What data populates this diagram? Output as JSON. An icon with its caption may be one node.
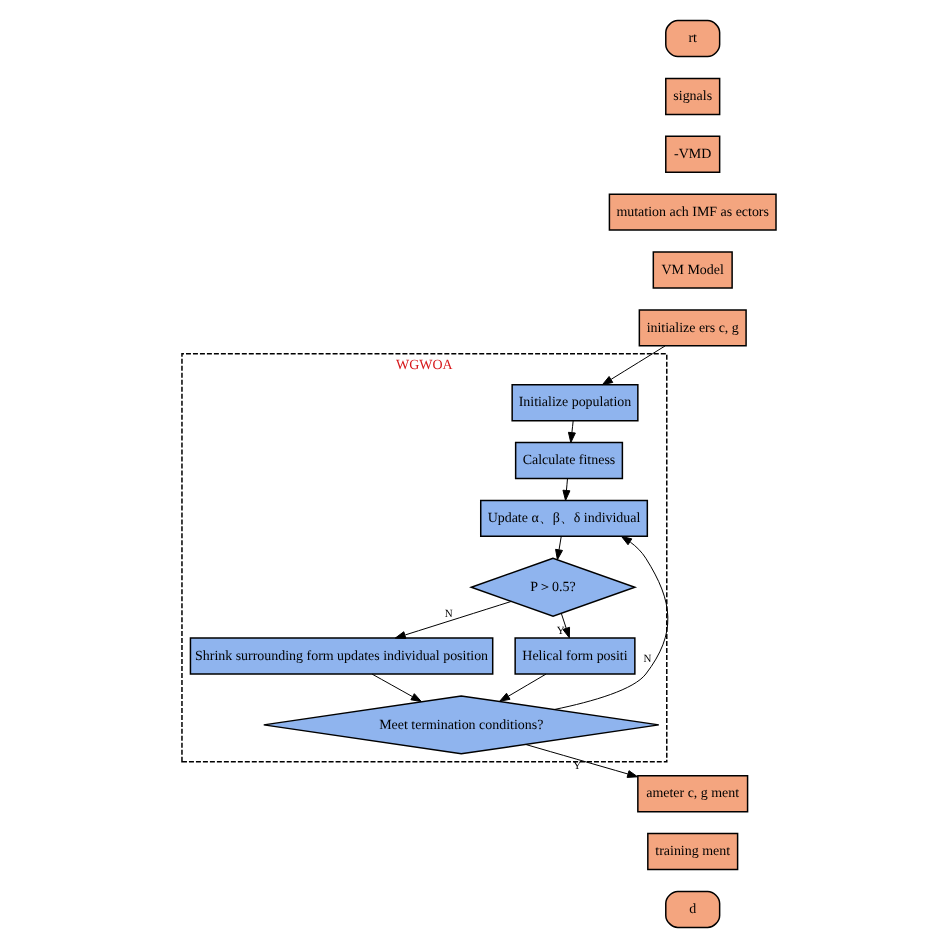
{
  "diagram": {
    "nodes": [
      {
        "text": [
          "rt"
        ]
      },
      {
        "text": [
          "signals"
        ]
      },
      {
        "text": [
          "-VMD"
        ]
      },
      {
        "text": [
          "mutation ach IMF as ectors"
        ]
      },
      {
        "text": [
          "VM Model"
        ]
      },
      {
        "text": [
          "initialize ers c, g"
        ]
      },
      {
        "text": [
          "ameter c, g ment"
        ]
      },
      {
        "text": [
          "training ment"
        ]
      },
      {
        "text": [
          "d"
        ]
      },
      {
        "text": [
          "WGWOA"
        ]
      },
      {
        "text": [
          "Initialize population"
        ],
        "in": 9
      },
      {
        "text": [
          "Calculate fitness"
        ],
        "in": 9
      },
      {
        "text": [
          "Update α、β、δ individual"
        ],
        "in": 9
      },
      {
        "text": [
          "P＞0.5?"
        ],
        "in": 9
      },
      {
        "text": [
          "Shrink surrounding form updates individual position"
        ],
        "in": 9
      },
      {
        "text": [
          "Helical form positi"
        ],
        "in": 9
      },
      {
        "text": [
          "Meet termination conditions?"
        ],
        "in": 9
      }
    ],
    "edges": [
      {
        "from": 5,
        "to": 10,
        "arrow": "to"
      },
      {
        "from": 10,
        "to": 11,
        "arrow": "to"
      },
      {
        "from": 11,
        "to": 12,
        "arrow": "to"
      },
      {
        "from": 12,
        "to": 13,
        "arrow": "to"
      },
      {
        "from": 13,
        "to": 14,
        "arrow": "to",
        "label": "N"
      },
      {
        "from": 13,
        "to": 15,
        "arrow": "to",
        "label": "Y"
      },
      {
        "from": 14,
        "to": 16,
        "arrow": "to"
      },
      {
        "from": 15,
        "to": 16,
        "arrow": "to"
      },
      {
        "from": 16,
        "to": 6,
        "arrow": "to",
        "label": "Y"
      },
      {
        "from": 16,
        "to": 12,
        "arrow": "to",
        "label": "N"
      }
    ]
  }
}
